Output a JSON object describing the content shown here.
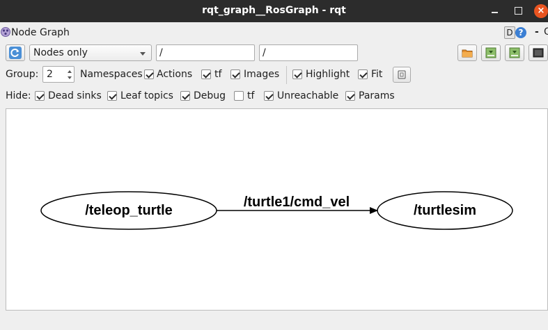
{
  "window": {
    "title": "rqt_graph__RosGraph - rqt",
    "close_glyph": "×"
  },
  "plugin": {
    "title": "Node Graph",
    "d_label": "D",
    "help_glyph": "?",
    "dash_glyph": "-",
    "o_glyph": "O"
  },
  "toolbar": {
    "mode_selected": "Nodes only",
    "node_filter": "/",
    "topic_filter": "/"
  },
  "group_row": {
    "group_label": "Group:",
    "group_value": "2",
    "namespaces_label": "Namespaces",
    "actions_label": "Actions",
    "tf_label": "tf",
    "images_label": "Images",
    "highlight_label": "Highlight",
    "fit_label": "Fit"
  },
  "hide_row": {
    "hide_label": "Hide:",
    "dead_sinks_label": "Dead sinks",
    "leaf_topics_label": "Leaf topics",
    "debug_label": "Debug",
    "tf_label": "tf",
    "unreachable_label": "Unreachable",
    "params_label": "Params"
  },
  "checkboxes": {
    "namespaces": true,
    "actions": true,
    "tf": true,
    "images": true,
    "highlight": true,
    "fit": true,
    "dead_sinks": true,
    "leaf_topics": true,
    "debug": true,
    "hide_tf": false,
    "unreachable": true,
    "params": true
  },
  "graph": {
    "nodes": [
      "/teleop_turtle",
      "/turtlesim"
    ],
    "edge_label": "/turtle1/cmd_vel"
  },
  "colors": {
    "titlebar": "#2c2c2c",
    "close_button": "#e95420",
    "help_icon": "#3b7fd4"
  }
}
